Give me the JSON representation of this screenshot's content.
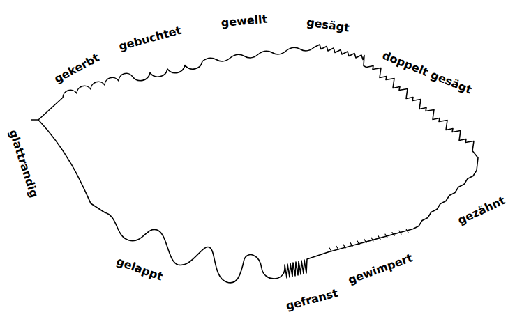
{
  "diagram": {
    "labels": [
      "gekerbt",
      "gebuchtet",
      "gewellt",
      "gesägt",
      "doppelt gesägt",
      "gezähnt",
      "gewimpert",
      "gefranst",
      "gelappt",
      "glattrandig"
    ]
  }
}
